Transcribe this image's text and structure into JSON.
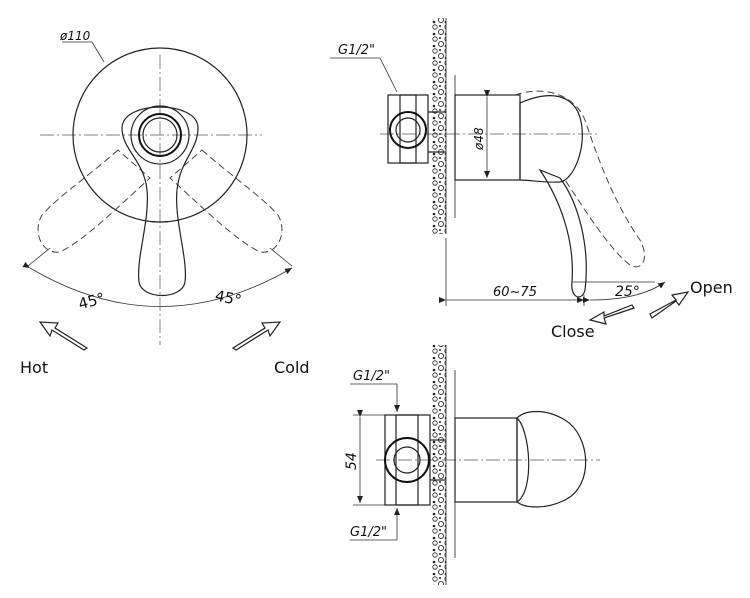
{
  "labels": {
    "diameter_plate": "ø110",
    "angle_left": "45°",
    "angle_right": "45°",
    "hot": "Hot",
    "cold": "Cold",
    "thread_side": "G1/2\"",
    "diameter_body": "ø48",
    "depth_range": "60~75",
    "angle_open": "25°",
    "open": "Open",
    "close": "Close",
    "thread_top": "G1/2\"",
    "height_54": "54",
    "thread_bottom": "G1/2\""
  }
}
